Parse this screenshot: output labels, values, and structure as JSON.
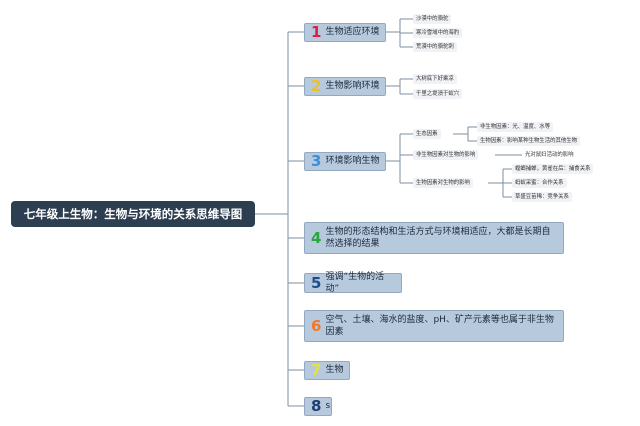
{
  "root": {
    "label": "七年级上生物：生物与环境的关系思维导图"
  },
  "colors": {
    "n1": "#e0203c",
    "n2": "#f0c020",
    "n3": "#3a8fd6",
    "n4": "#2aa640",
    "n5": "#1f4f8a",
    "n6": "#f07828",
    "n7": "#e8e040",
    "n8": "#1f3f70"
  },
  "branches": [
    {
      "num": "1",
      "label": "生物适应环境",
      "children": [
        "沙漠中的骆驼",
        "寒冷雪域中的海豹",
        "荒漠中的骆驼刺"
      ]
    },
    {
      "num": "2",
      "label": "生物影响环境",
      "children": [
        "大树底下好乘凉",
        "千里之堤溃于蚁穴"
      ]
    },
    {
      "num": "3",
      "label": "环境影响生物",
      "abiotic": {
        "label": "生态因素",
        "children": [
          "非生物因素：光、温度、水等",
          "生物因素：影响某种生物生活的其他生物"
        ]
      },
      "abiotic_effect": {
        "label": "非生物因素对生物的影响",
        "child": "光对鼠妇活动的影响"
      },
      "biotic_effect": {
        "label": "生物因素对生物的影响",
        "children": [
          "螳螂捕蝉，黄雀在后：捕食关系",
          "蚂蚁采蜜：合作关系",
          "草盛豆苗稀：竞争关系"
        ]
      }
    },
    {
      "num": "4",
      "label": "生物的形态结构和生活方式与环境相适应，大都是长期自然选择的结果"
    },
    {
      "num": "5",
      "label": "强调“生物的活动”"
    },
    {
      "num": "6",
      "label": "空气、土壤、海水的盐度、pH、矿产元素等也属于非生物因素"
    },
    {
      "num": "7",
      "label": "生物"
    },
    {
      "num": "8",
      "label": "s"
    }
  ]
}
